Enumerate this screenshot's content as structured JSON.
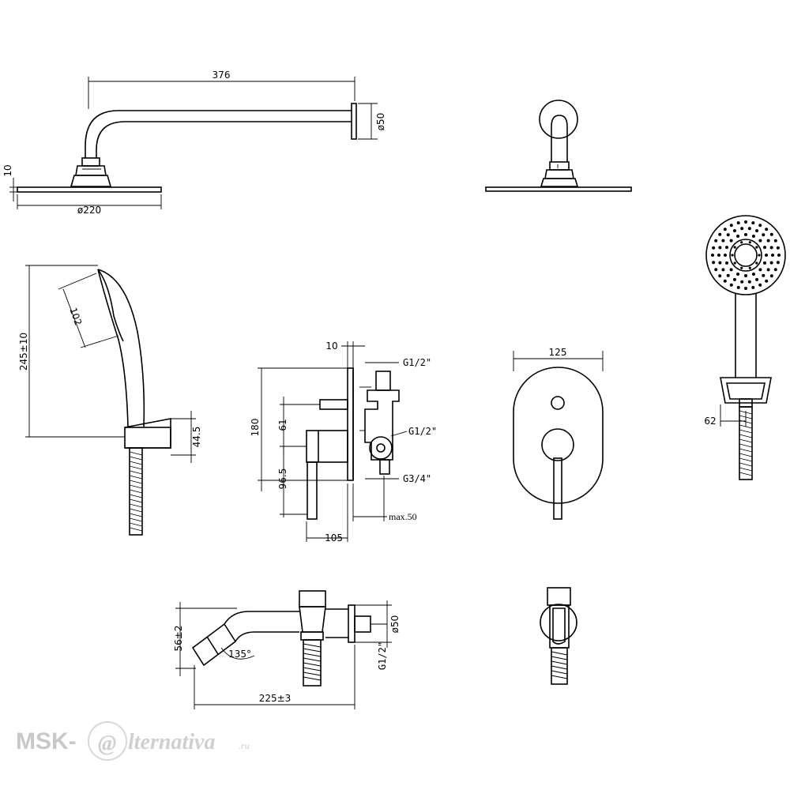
{
  "dimensions": {
    "arm_length": "376",
    "wall_flange_dia": "ø50",
    "head_thickness": "10",
    "head_dia": "ø220",
    "hand_shower_length": "245±10",
    "hand_head": "102",
    "holder_height": "44.5",
    "mixer_wall": "10",
    "inlet_top": "G1/2\"",
    "outlet_mid": "G1/2\"",
    "outlet_bottom": "G3/4\"",
    "mixer_height": "180",
    "mixer_61": "61",
    "mixer_96": "96.5",
    "mixer_depth": "105",
    "max_depth": "max.50",
    "plate_width": "125",
    "holder_offset": "62",
    "spout_height": "56±2",
    "spout_angle": "135°",
    "spout_length": "225±3",
    "spout_flange_dia": "ø50",
    "spout_thread": "G1/2\""
  },
  "watermark": {
    "brand_left": "MSK-",
    "brand_mark": "@",
    "brand_right": "lternativa",
    "brand_tld": ".ru"
  }
}
